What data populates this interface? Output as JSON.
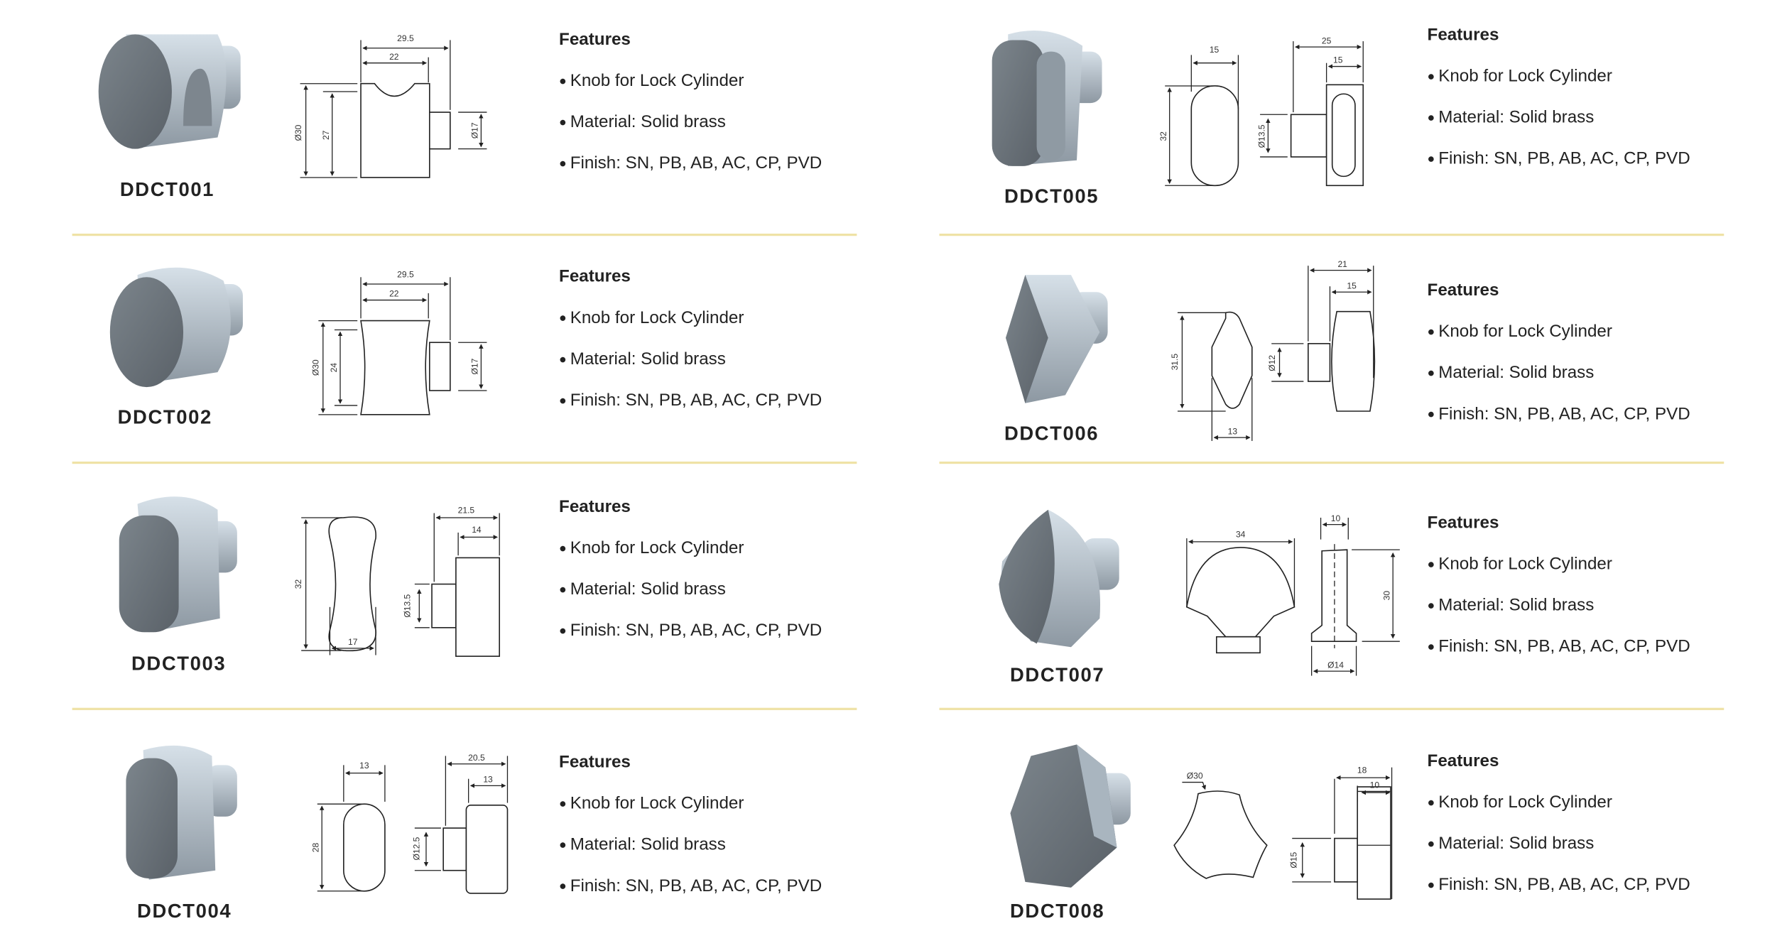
{
  "products": [
    {
      "code": "DDCT001",
      "features_title": "Features",
      "bullets": [
        "Knob for Lock Cylinder",
        "Material: Solid brass",
        "Finish: SN, PB, AB, AC, CP, PVD"
      ],
      "dims": [
        "29.5",
        "22",
        "Ø30",
        "27",
        "Ø17"
      ]
    },
    {
      "code": "DDCT002",
      "features_title": "Features",
      "bullets": [
        "Knob for Lock Cylinder",
        "Material: Solid brass",
        "Finish: SN, PB, AB, AC, CP, PVD"
      ],
      "dims": [
        "29.5",
        "22",
        "Ø30",
        "24",
        "Ø17"
      ]
    },
    {
      "code": "DDCT003",
      "features_title": "Features",
      "bullets": [
        "Knob for Lock Cylinder",
        "Material: Solid brass",
        "Finish: SN, PB, AB, AC, CP, PVD"
      ],
      "dims": [
        "32",
        "17",
        "21.5",
        "14",
        "Ø13.5"
      ]
    },
    {
      "code": "DDCT004",
      "features_title": "Features",
      "bullets": [
        "Knob for Lock Cylinder",
        "Material: Solid brass",
        "Finish: SN, PB, AB, AC, CP, PVD"
      ],
      "dims": [
        "13",
        "28",
        "20.5",
        "13",
        "Ø12.5"
      ]
    },
    {
      "code": "DDCT005",
      "features_title": "Features",
      "bullets": [
        "Knob for Lock Cylinder",
        "Material: Solid brass",
        "Finish: SN, PB, AB, AC, CP, PVD"
      ],
      "dims": [
        "15",
        "32",
        "25",
        "15",
        "Ø13.5"
      ]
    },
    {
      "code": "DDCT006",
      "features_title": "Features",
      "bullets": [
        "Knob for Lock Cylinder",
        "Material: Solid brass",
        "Finish: SN, PB, AB, AC, CP, PVD"
      ],
      "dims": [
        "31.5",
        "13",
        "21",
        "15",
        "Ø12"
      ]
    },
    {
      "code": "DDCT007",
      "features_title": "Features",
      "bullets": [
        "Knob for Lock Cylinder",
        "Material: Solid brass",
        "Finish: SN, PB, AB, AC, CP, PVD"
      ],
      "dims": [
        "34",
        "10",
        "30",
        "Ø14"
      ]
    },
    {
      "code": "DDCT008",
      "features_title": "Features",
      "bullets": [
        "Knob for Lock Cylinder",
        "Material: Solid brass",
        "Finish: SN, PB, AB, AC, CP, PVD"
      ],
      "dims": [
        "Ø30",
        "18",
        "10",
        "Ø15"
      ]
    }
  ],
  "colors": {
    "separator": "#efe2a6",
    "knob_face": "#6e767d",
    "knob_body": "#b9c6d0"
  }
}
